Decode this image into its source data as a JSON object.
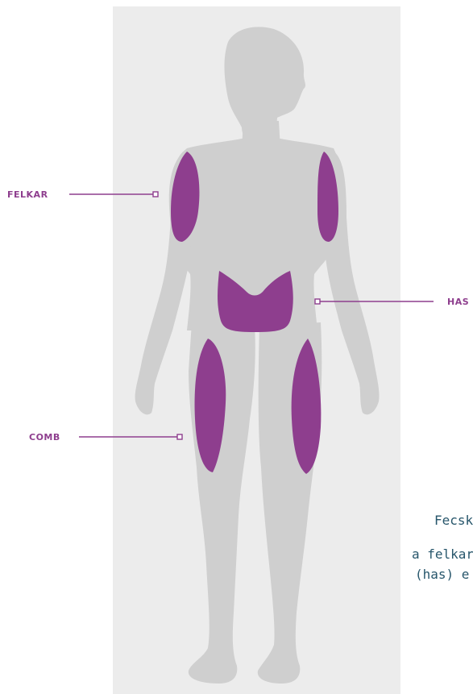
{
  "figure": {
    "top_fragment": "",
    "labels": {
      "felkar": "FELKAR",
      "has": "HAS",
      "comb": "COMB"
    },
    "body_text": {
      "line1": "Fecsk",
      "line2": "a felkar",
      "line3": "(has) e"
    }
  },
  "colors": {
    "panel": "#ececec",
    "silhouette": "#cfcfcf",
    "injection_zone": "#8e3e8e",
    "label": "#8e3e8e",
    "body_text": "#27566b"
  }
}
